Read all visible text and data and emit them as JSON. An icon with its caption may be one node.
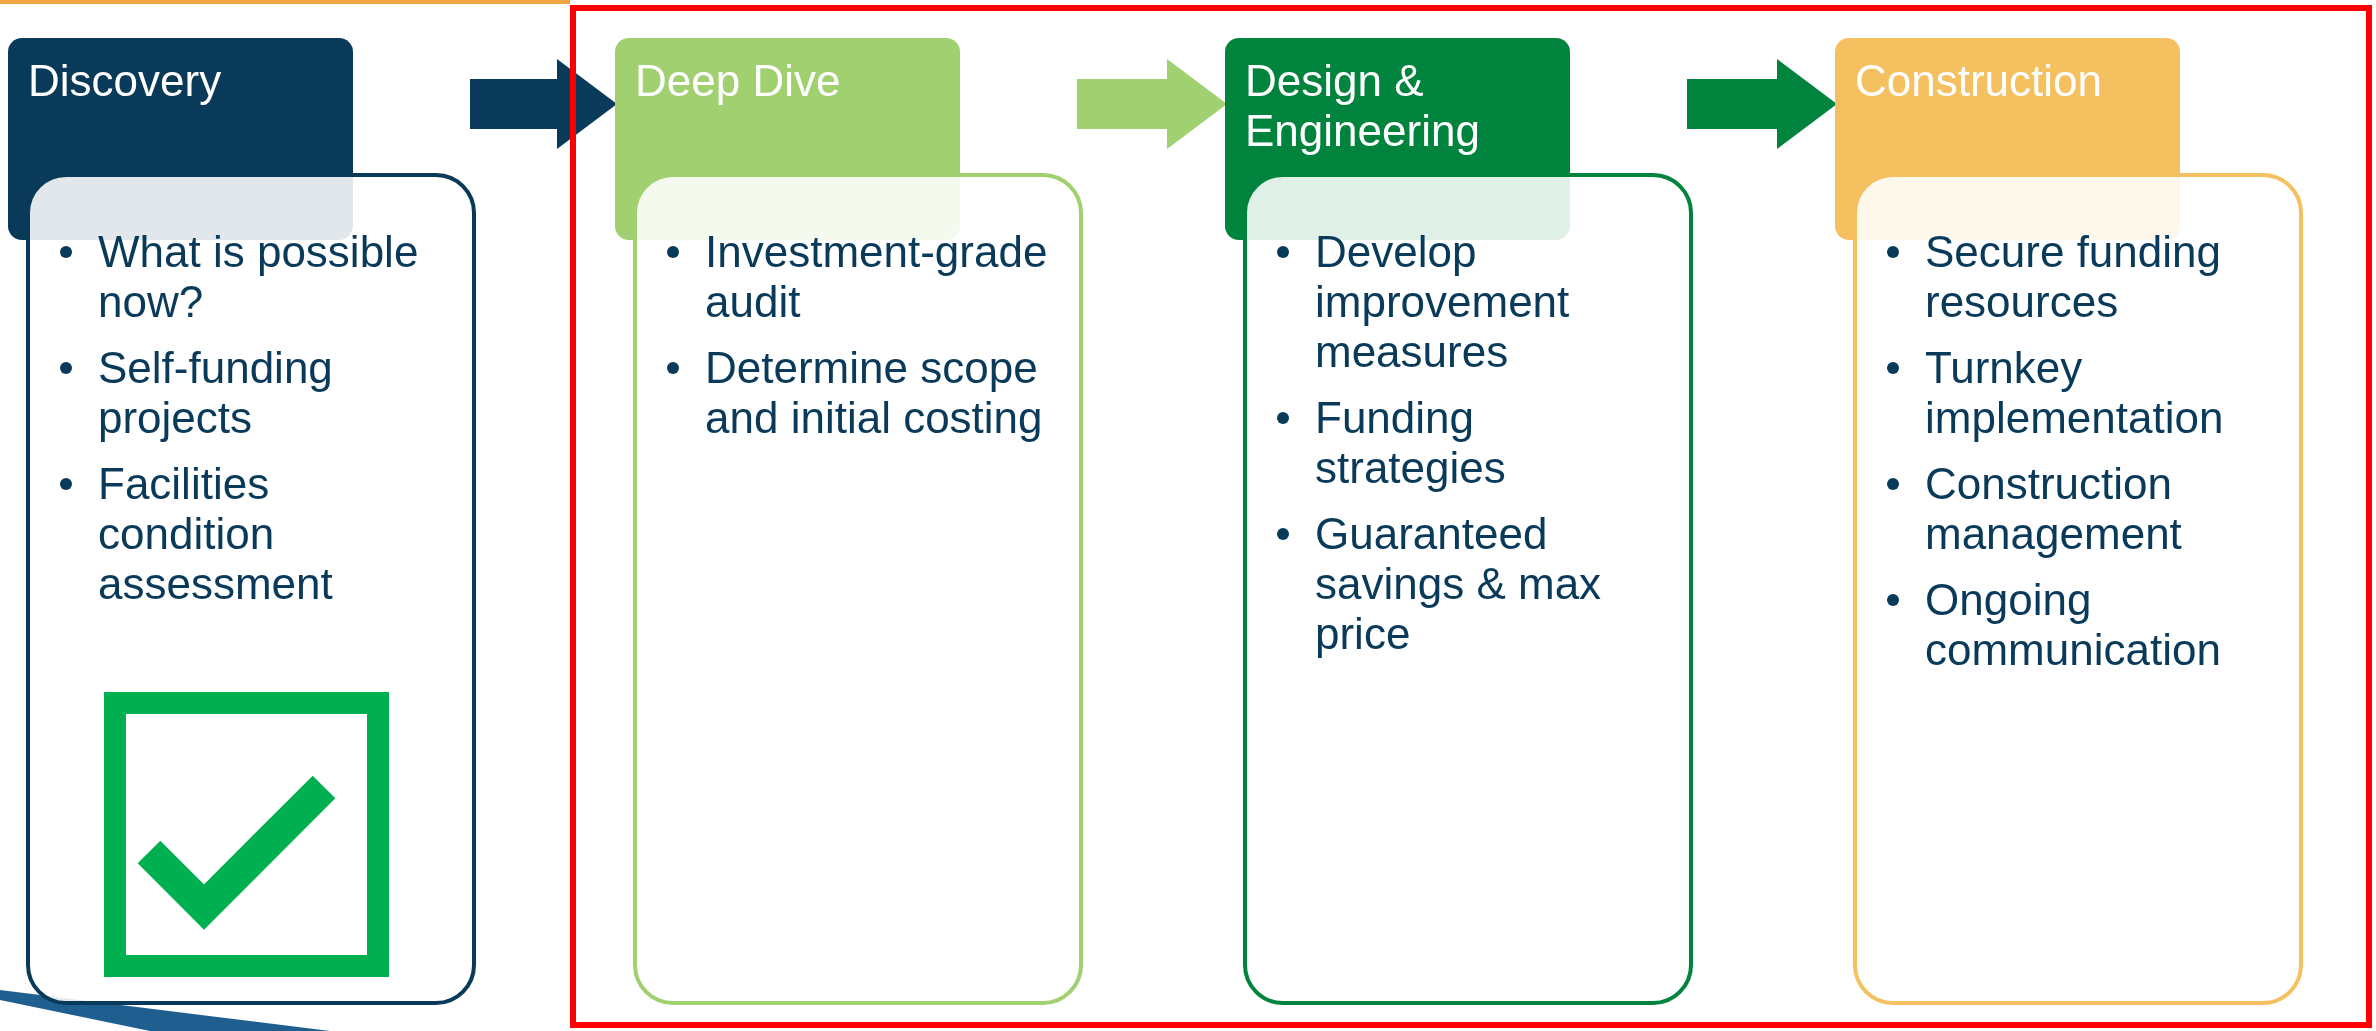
{
  "diagram": {
    "nodes": [
      {
        "text": [
          "Discovery",
          "What is possible now?",
          "Self-funding projects",
          "Facilities condition assessment"
        ]
      },
      {
        "text": [],
        "shape": "box"
      },
      {
        "text": [
          "Deep Dive",
          "Investment-grade audit",
          "Determine scope and initial costing"
        ],
        "in": 1
      },
      {
        "text": [
          "Design & Engineering",
          "Develop improvement measures",
          "Funding strategies",
          "Guaranteed savings & max price"
        ],
        "in": 1
      },
      {
        "text": [
          "Construction",
          "Secure funding resources",
          "Turnkey implementation",
          "Construction management",
          "Ongoing communication"
        ],
        "in": 1
      }
    ],
    "edges": [
      {
        "from": 0,
        "to": 2,
        "arrow": "to",
        "color": "#0a3a5a"
      },
      {
        "from": 2,
        "to": 3,
        "arrow": "to",
        "color": "#a0d070"
      },
      {
        "from": 3,
        "to": 4,
        "arrow": "to",
        "color": "#00843d"
      }
    ]
  }
}
